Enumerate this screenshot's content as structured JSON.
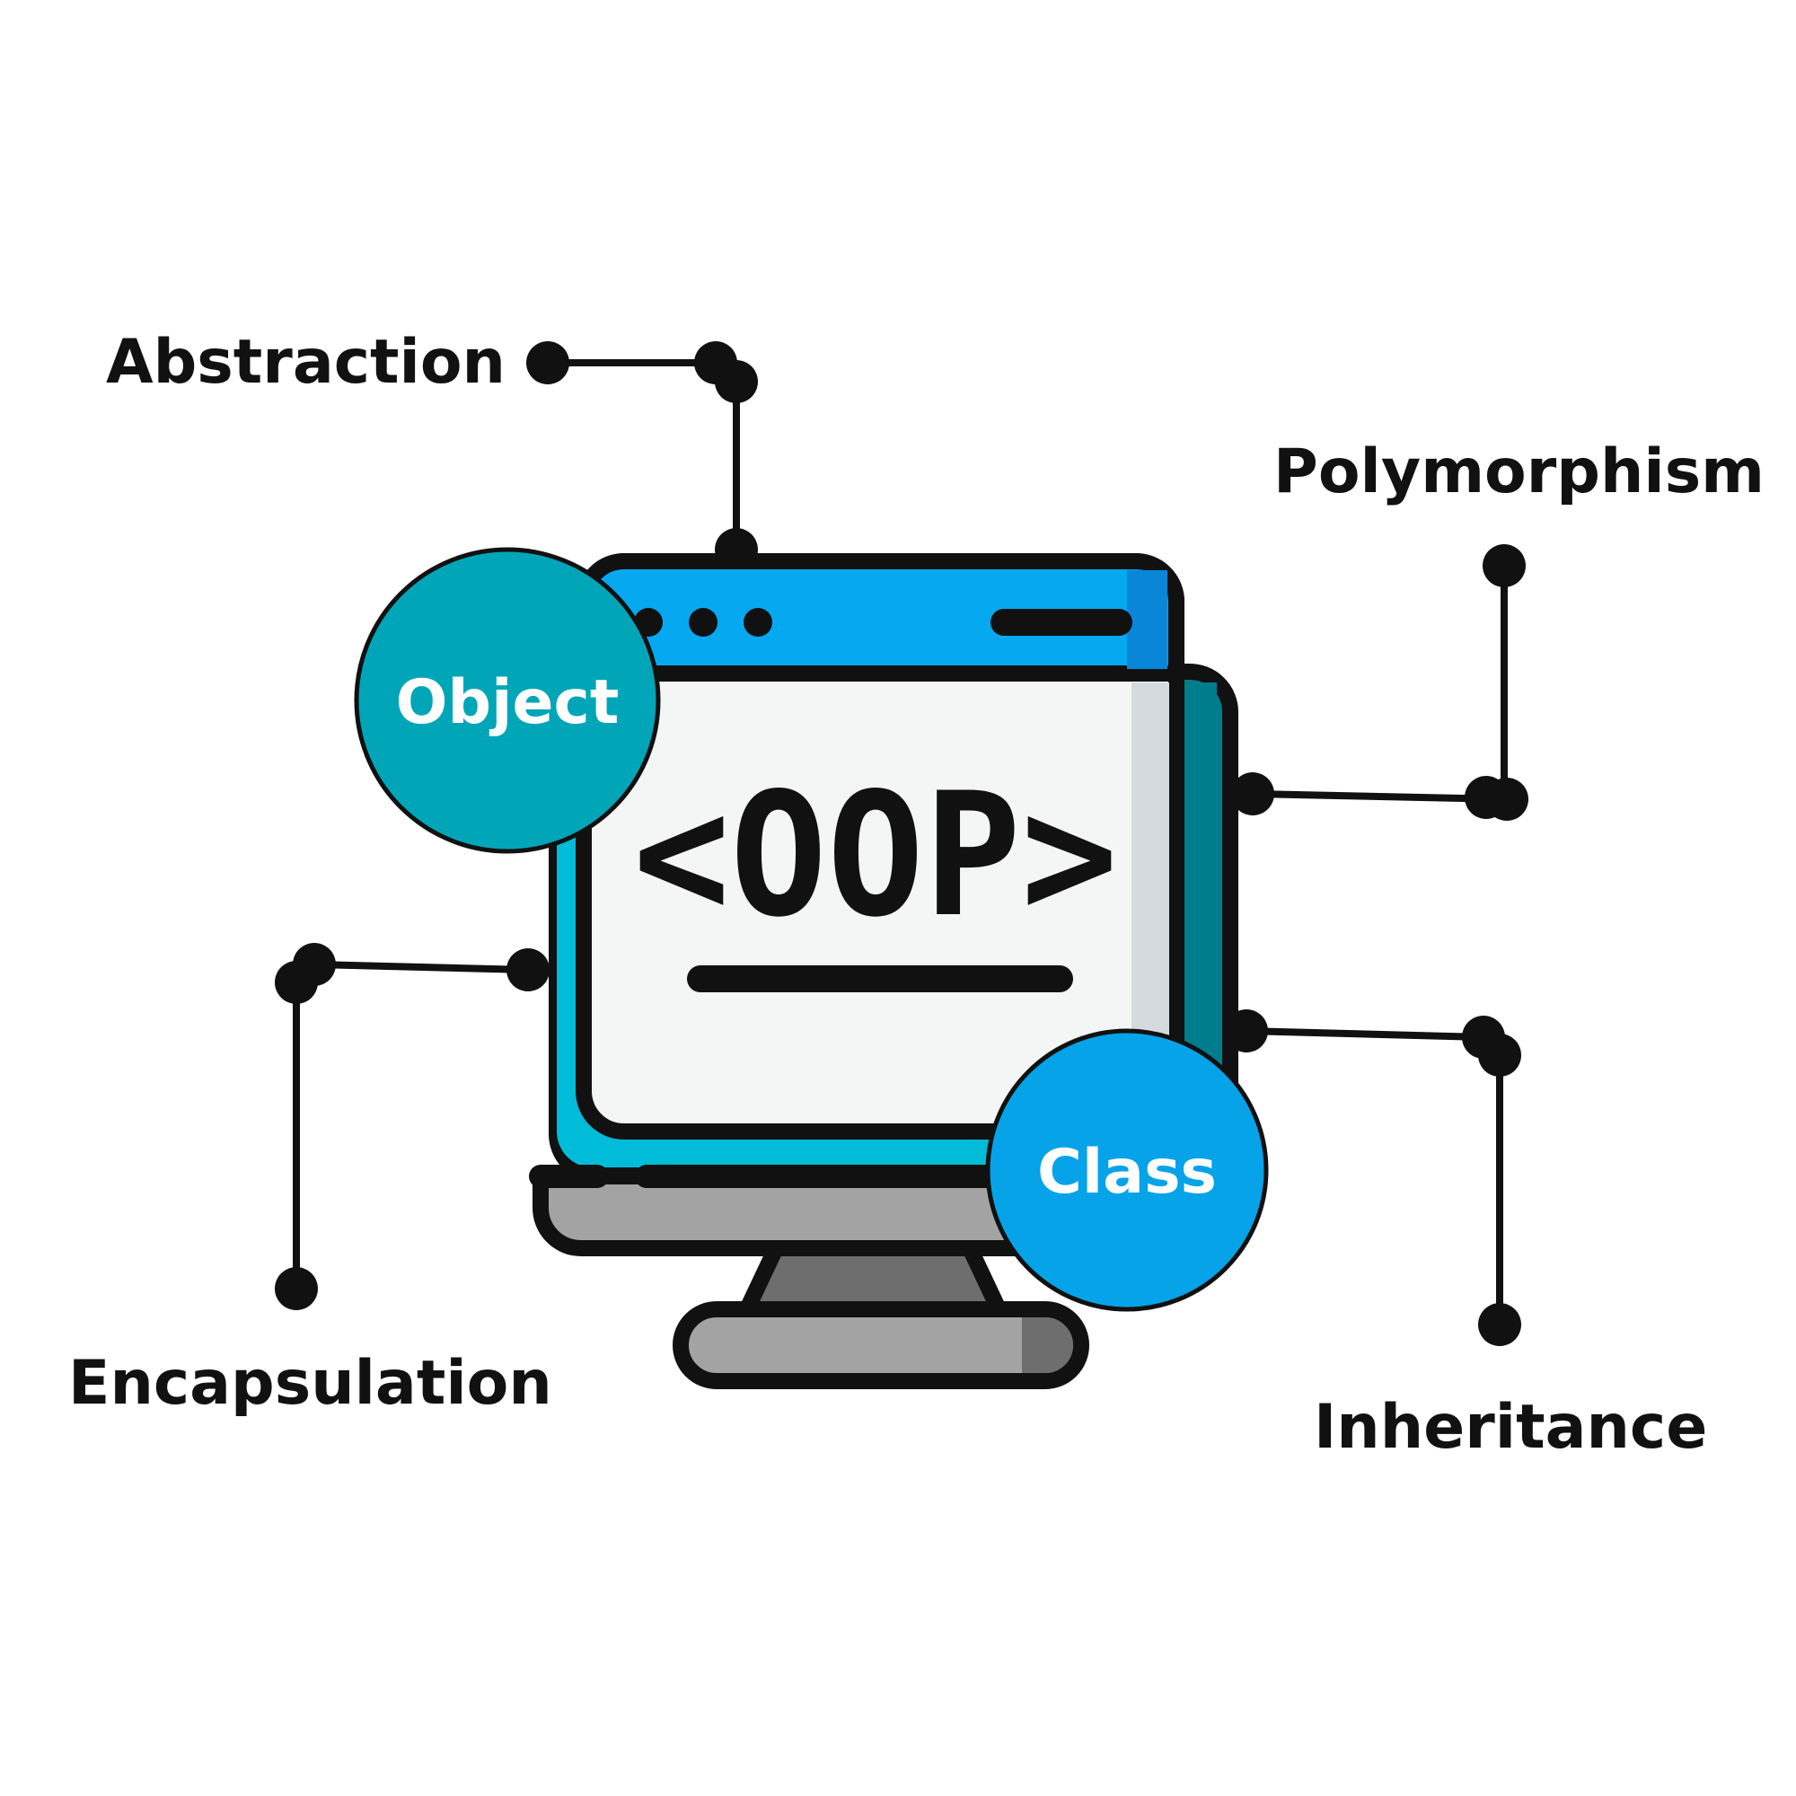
{
  "diagram": {
    "center": {
      "icon": "computer-monitor-icon",
      "code_text": "<OOP>"
    },
    "concepts": {
      "abstraction": "Abstraction",
      "polymorphism": "Polymorphism",
      "encapsulation": "Encapsulation",
      "inheritance": "Inheritance"
    },
    "bubbles": {
      "object": "Object",
      "class": "Class"
    }
  },
  "colors": {
    "outline": "#111111",
    "screen_blue": "#06A8F0",
    "screen_blue_dark": "#0A86D8",
    "teal": "#00A6B8",
    "teal_dark": "#007D8C",
    "screen_white": "#F4F5F5",
    "stand_gray": "#A3A3A3",
    "stand_dark": "#6E6E6E",
    "object_bubble": "#00A6B8",
    "class_bubble": "#06A3E8"
  }
}
